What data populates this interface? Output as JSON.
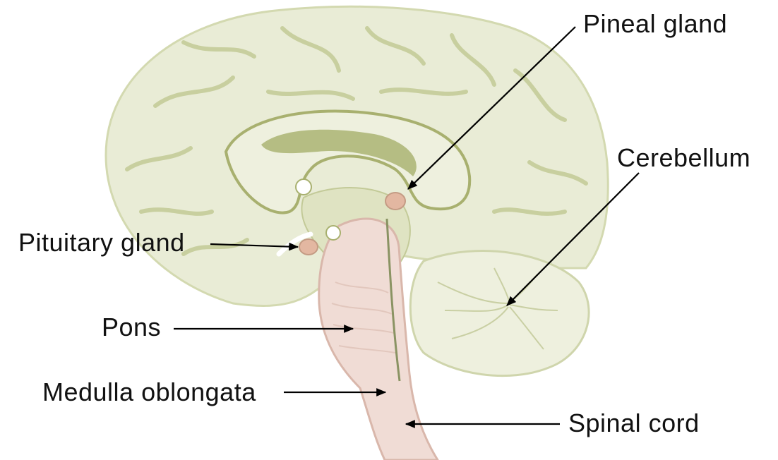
{
  "labels": {
    "pineal_gland": "Pineal gland",
    "cerebellum": "Cerebellum",
    "pituitary_gland": "Pituitary gland",
    "pons": "Pons",
    "medulla_oblongata": "Medulla oblongata",
    "spinal_cord": "Spinal cord"
  },
  "colors": {
    "cerebrum_fill": "#e9ecd6",
    "cerebrum_outline": "#c9d0a6",
    "gyri_lines": "#c4cb9e",
    "corpus_callosum": "#b7be84",
    "brainstem_fill": "#f0dcd5",
    "brainstem_outline": "#d9b7ab",
    "gland_fill": "#e3b7a1",
    "leader_lines": "#000000"
  }
}
